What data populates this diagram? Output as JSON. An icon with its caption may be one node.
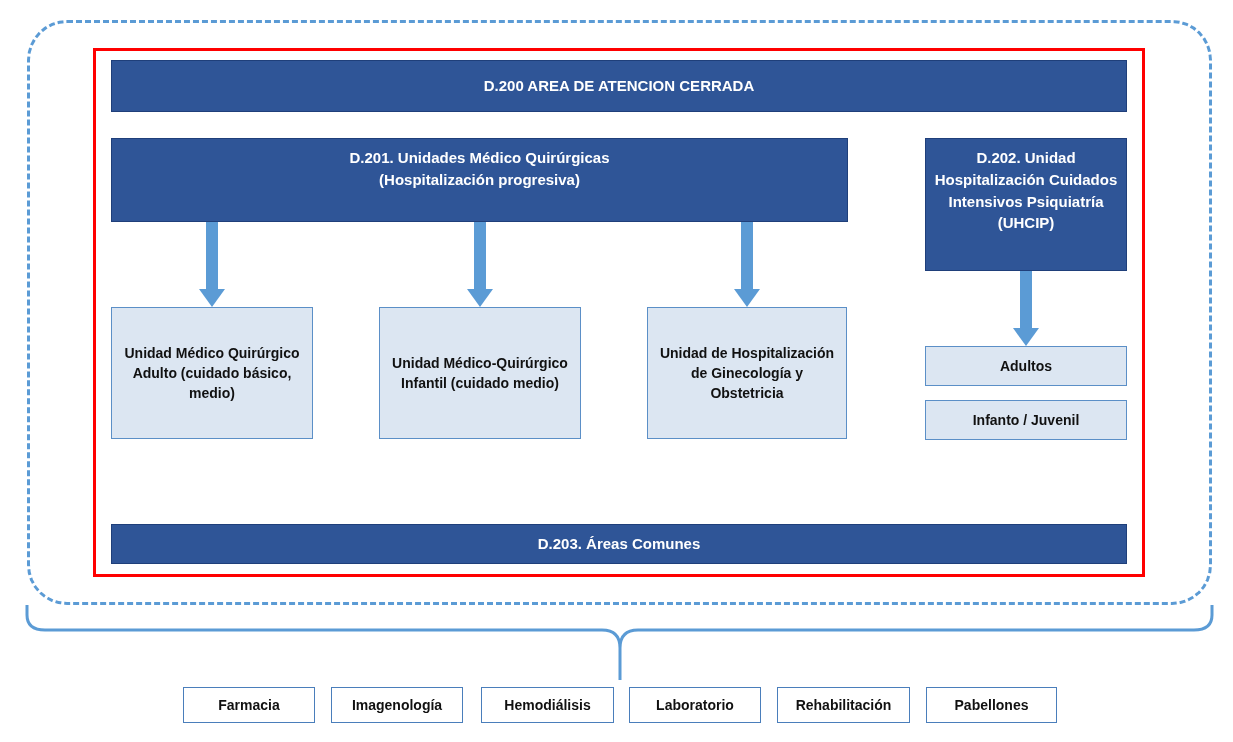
{
  "diagram": {
    "nodes": [
      {
        "text": [],
        "shape": "box"
      },
      {
        "text": [],
        "shape": "box",
        "in": 0
      },
      {
        "text": [
          "D.200 AREA DE ATENCION CERRADA"
        ],
        "in": 1
      },
      {
        "text": [
          "D.201. Unidades Médico Quirúrgicas (Hospitalización progresiva)"
        ],
        "in": 1
      },
      {
        "text": [
          "D.202. Unidad Hospitalización Cuidados Intensivos Psiquiatría (UHCIP)"
        ],
        "in": 1
      },
      {
        "text": [
          "Unidad Médico Quirúrgico Adulto (cuidado básico, medio)"
        ],
        "in": 1
      },
      {
        "text": [
          "Unidad Médico-Quirúrgico Infantil (cuidado medio)"
        ],
        "in": 1
      },
      {
        "text": [
          "Unidad de Hospitalización de Ginecología y Obstetricia"
        ],
        "in": 1
      },
      {
        "text": [
          "Adultos"
        ],
        "in": 1
      },
      {
        "text": [
          "Infanto / Juvenil"
        ],
        "in": 1
      },
      {
        "text": [
          "D.203. Áreas Comunes"
        ],
        "in": 1
      },
      {
        "text": [
          "Farmacia"
        ]
      },
      {
        "text": [
          "Imagenología"
        ]
      },
      {
        "text": [
          "Hemodiálisis"
        ]
      },
      {
        "text": [
          "Laboratorio"
        ]
      },
      {
        "text": [
          "Rehabilitación"
        ]
      },
      {
        "text": [
          "Pabellones"
        ]
      }
    ],
    "edges": [
      {
        "from": 3,
        "to": 5,
        "arrow": "to"
      },
      {
        "from": 3,
        "to": 6,
        "arrow": "to"
      },
      {
        "from": 3,
        "to": 7,
        "arrow": "to"
      },
      {
        "from": 4,
        "to": 8,
        "arrow": "to"
      }
    ]
  }
}
